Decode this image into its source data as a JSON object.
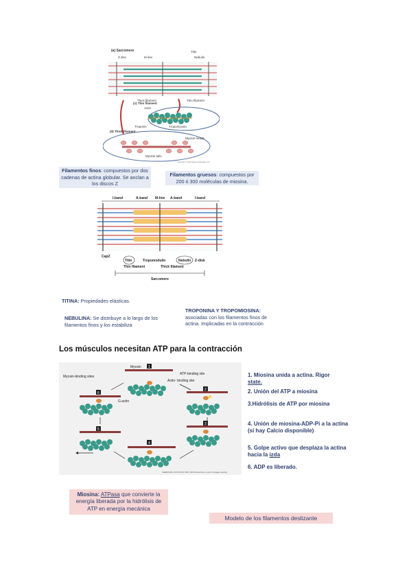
{
  "fig1": {
    "a_label": "(a) Sarcomere",
    "zdisc": "Z disc",
    "mline": "M line",
    "titin": "Titin",
    "nebulin": "Nebulin",
    "thick": "Thick filament",
    "thin": "Thin filament",
    "c_label": "(c) Thin filament",
    "actin": "Actin",
    "tropomyosin": "Tropomyosin",
    "troponin": "Troponin",
    "d_label": "(d) Thick filament",
    "myosin_heads": "Myosin heads",
    "myosin_tails": "Myosin tails",
    "copyright": "Copyright © 2012 Pearson Education, Inc."
  },
  "notes": {
    "finos_bold": "Filamentos finos",
    "finos_text": ": compuestos por dos cadenas de actina globular. Se anclan a los discos Z",
    "gruesos_bold": "Filamentos gruesos",
    "gruesos_text": ": compuestos por 200 ó 300 moléculas de miosina.",
    "titina_bold": "TITINA:",
    "titina_text": " Propiedades elásticas.",
    "nebulina_bold": "NEBULINA:",
    "nebulina_text": " Se distribuye a lo largo de los filamentos finos y los estabiliza",
    "troponina_bold": "TROPONINA Y TROPOMIOSINA:",
    "troponina_text": " asociadas con los filamentos finos de actina. Implicadas en la contracción"
  },
  "fig2": {
    "iband_left": "I-band",
    "aband_left": "A-band",
    "mline": "M-line",
    "aband_right": "A-band",
    "iband_right": "I-band",
    "capz": "CapZ",
    "titin": "Titin",
    "tropomodulin": "Tropomodulin",
    "nebulin": "Nebulin",
    "zdisk": "Z-disk",
    "thin": "Thin filament",
    "thick": "Thick filament",
    "sarcomere": "Sarcomere"
  },
  "section_title": "Los músculos necesitan ATP para la contracción",
  "cycle": {
    "myosin": "Myosin",
    "myosin_binding": "Myosin-binding sites",
    "atp_binding": "ATP-binding site",
    "actin_binding": "Actin-\nbinding site",
    "gactin": "G-actin",
    "n1": "1",
    "n2": "2",
    "n3": "3",
    "n4": "4",
    "n5": "5",
    "n6": "6",
    "credit": "SHERWOOD, PHYSIOLOGY 8E © 2013 Brooks/Cole, a part of Cengage Learning"
  },
  "steps": {
    "s1a": "1. Miosina unida a actina. Rigor",
    "s1b": "state.",
    "s2": "2. Unión del ATP a miosina",
    "s3": "3.Hidrólisis de ATP por miosina",
    "s4": "4. Unión de miosina-ADP-Pi a la actina (si hay Calcio disponible)",
    "s5a": "5. Golpe activo que desplaza la actina hacia la ",
    "s5b": "izda",
    "s6": "6. ADP es liberado."
  },
  "miosina": {
    "bold": "Miosina:",
    "atpasa": "ATPasa",
    "text": " que convierte la energía liberada por la hidrólisis de ATP en energía mecánica"
  },
  "modelo": "Modelo de los filamentos deslizante"
}
